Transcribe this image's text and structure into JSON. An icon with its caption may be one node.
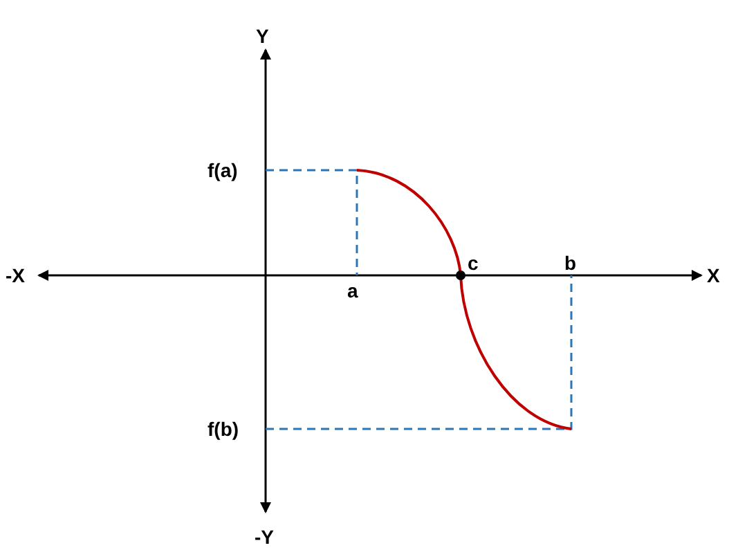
{
  "diagram": {
    "labels": [
      "Y",
      "f(a)",
      "-X",
      "c",
      "b",
      "X",
      "a",
      "f(b)",
      "-Y"
    ]
  }
}
